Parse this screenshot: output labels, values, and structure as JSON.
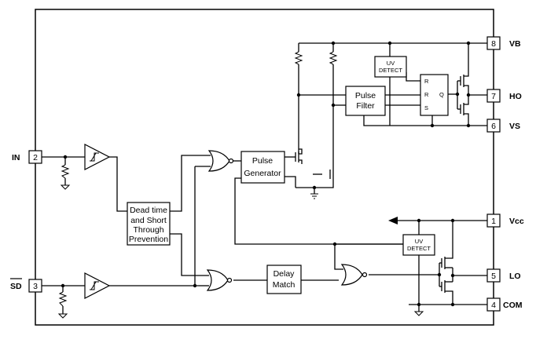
{
  "pins": [
    {
      "number": "8",
      "label": "VB"
    },
    {
      "number": "7",
      "label": "HO"
    },
    {
      "number": "6",
      "label": "VS"
    },
    {
      "number": "2",
      "label": "IN"
    },
    {
      "number": "1",
      "label": "Vcc"
    },
    {
      "number": "3",
      "label": "SD"
    },
    {
      "number": "5",
      "label": "LO"
    },
    {
      "number": "4",
      "label": "COM"
    }
  ],
  "blocks": {
    "uv_detect_high": [
      "UV",
      "DETECT"
    ],
    "uv_detect_low": [
      "UV",
      "DETECT"
    ],
    "pulse_filter": [
      "Pulse",
      "Filter"
    ],
    "pulse_generator": [
      "Pulse",
      "Generator"
    ],
    "dead_time": [
      "Dead time",
      "and Short",
      "Through",
      "Prevention"
    ],
    "delay_match": [
      "Delay",
      "Match"
    ]
  },
  "latch": {
    "r1": "R",
    "r2": "R",
    "s": "S",
    "q": "Q"
  }
}
